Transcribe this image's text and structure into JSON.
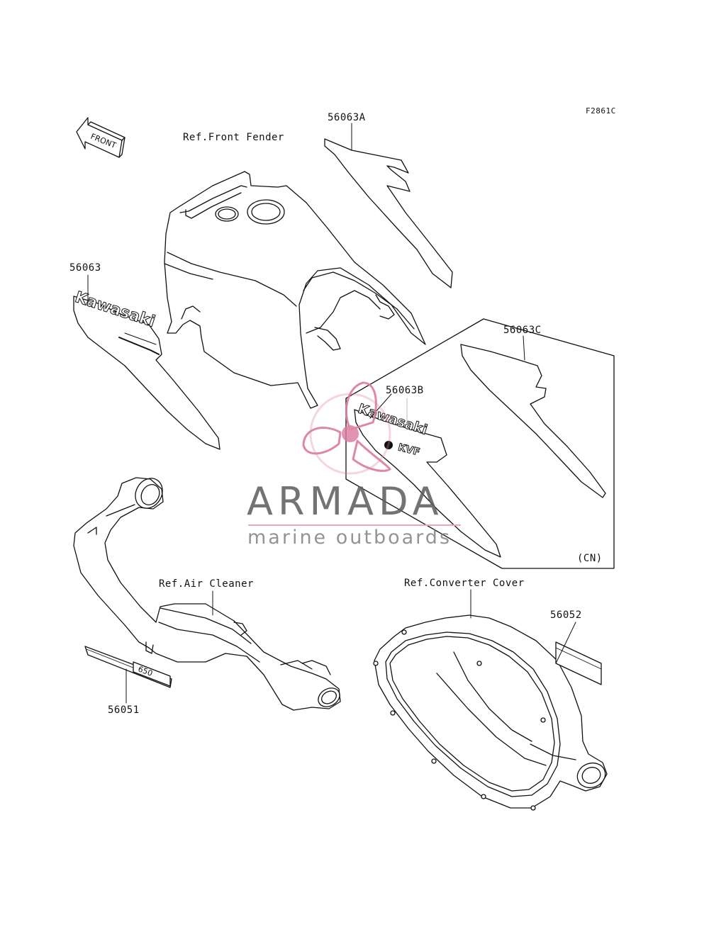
{
  "figure_code": "F2861C",
  "front_arrow_label": "FRONT",
  "ref_labels": {
    "front_fender": "Ref.Front Fender",
    "air_cleaner": "Ref.Air Cleaner",
    "converter_cover": "Ref.Converter Cover"
  },
  "parts": {
    "p56063A": "56063A",
    "p56063": "56063",
    "p56063C": "56063C",
    "p56063B": "56063B",
    "p56052": "56052",
    "p56051": "56051"
  },
  "region_label": "(CN)",
  "decal_text": {
    "brand": "Kawasaki",
    "model": "KVF",
    "decal_number": "650"
  },
  "watermark": {
    "title": "ARMADA",
    "subtitle": "marine outboards"
  },
  "colors": {
    "line": "#111111",
    "watermark_pink": "#dc7aa0",
    "watermark_gray": "#5b5b5b"
  }
}
